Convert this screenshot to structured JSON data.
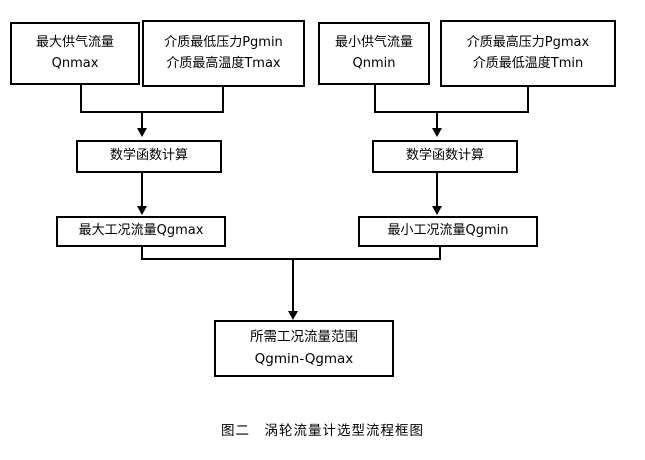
{
  "figure": {
    "caption": "图二　涡轮流量计选型流程框图",
    "type": "flowchart",
    "background_color": "#ffffff",
    "line_color": "#000000",
    "text_color": "#000000"
  },
  "nodes": {
    "input_qnmax": {
      "line1": "最大供气流量",
      "line2": "Qnmax"
    },
    "input_pgmin_tmax": {
      "line1": "介质最低压力Pgmin",
      "line2": "介质最高温度Tmax"
    },
    "input_qnmin": {
      "line1": "最小供气流量",
      "line2": "Qnmin"
    },
    "input_pgmax_tmin": {
      "line1": "介质最高压力Pgmax",
      "line2": "介质最低温度Tmin"
    },
    "calc_left": {
      "line1": "数学函数计算"
    },
    "calc_right": {
      "line1": "数学函数计算"
    },
    "result_qgmax": {
      "line1": "最大工况流量Qgmax"
    },
    "result_qgmin": {
      "line1": "最小工况流量Qgmin"
    },
    "final_range": {
      "line1": "所需工况流量范围",
      "line2": "Qgmin-Qgmax"
    }
  }
}
